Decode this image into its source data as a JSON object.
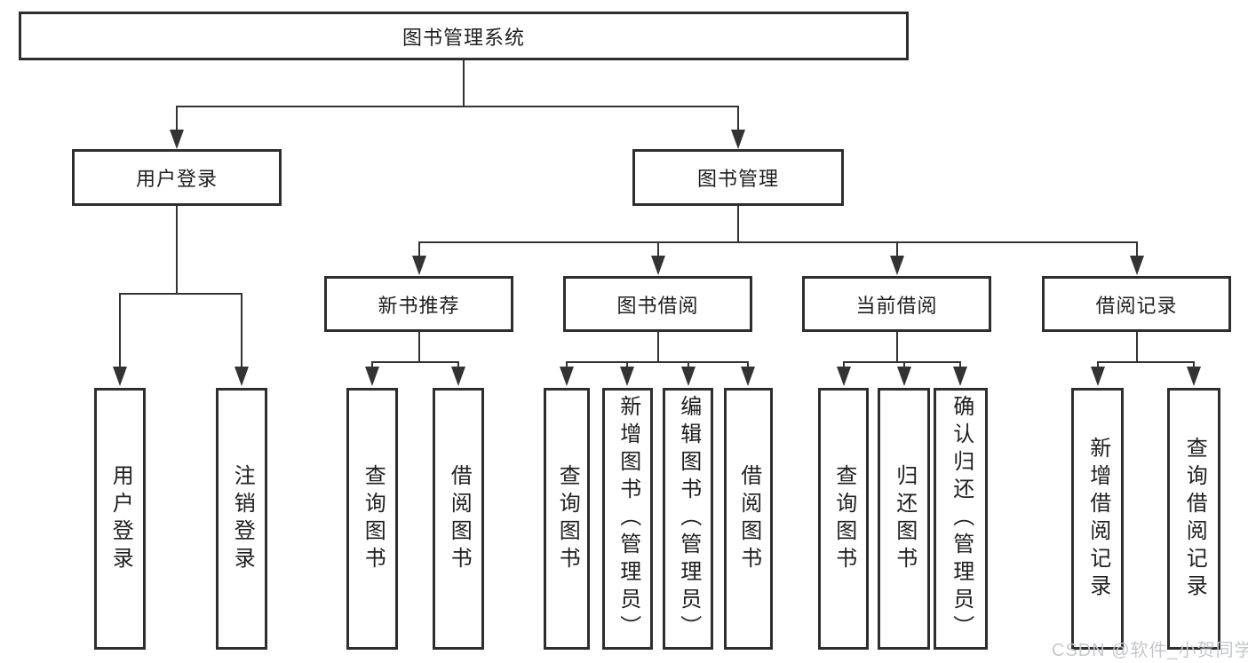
{
  "diagram": {
    "root": {
      "label": "图书管理系统"
    },
    "level2": {
      "user_login": {
        "label": "用户登录"
      },
      "book_management": {
        "label": "图书管理"
      }
    },
    "level3": {
      "new_book_recommend": {
        "label": "新书推荐"
      },
      "book_borrowing": {
        "label": "图书借阅"
      },
      "current_borrowing": {
        "label": "当前借阅"
      },
      "borrowing_records": {
        "label": "借阅记录"
      }
    },
    "leaves": {
      "user_login": {
        "label": "用户登录"
      },
      "logout": {
        "label": "注销登录"
      },
      "recommend_query_books": {
        "label": "查询图书"
      },
      "recommend_borrow_books": {
        "label": "借阅图书"
      },
      "borrowing_query_books": {
        "label": "查询图书"
      },
      "borrowing_add_books_admin": {
        "label": "新增图书（管理员）"
      },
      "borrowing_edit_books_admin": {
        "label": "编辑图书（管理员）"
      },
      "borrowing_borrow_books": {
        "label": "借阅图书"
      },
      "current_query_books": {
        "label": "查询图书"
      },
      "current_return_books": {
        "label": "归还图书"
      },
      "current_confirm_return_admin": {
        "label": "确认归还（管理员）"
      },
      "records_add_record": {
        "label": "新增借阅记录"
      },
      "records_query_record": {
        "label": "查询借阅记录"
      }
    },
    "watermark": {
      "label": "CSDN @软件_小贺同学",
      "color": "#c4c7cc"
    },
    "colors": {
      "line": "#333333",
      "border": "#2e2e2e",
      "text": "#1f1f1f",
      "background": "#ffffff"
    }
  }
}
